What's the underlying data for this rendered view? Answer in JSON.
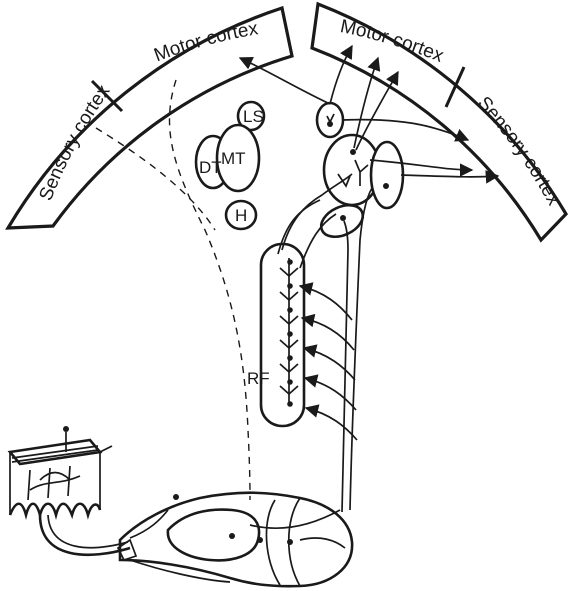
{
  "labels": {
    "left_sensory": "Sensory cortex",
    "left_motor": "Motor cortex",
    "right_motor": "Motor cortex",
    "right_sensory": "Sensory cortex",
    "ls": "LS",
    "mt": "MT",
    "dt": "DT",
    "h": "H",
    "rf": "RF"
  }
}
